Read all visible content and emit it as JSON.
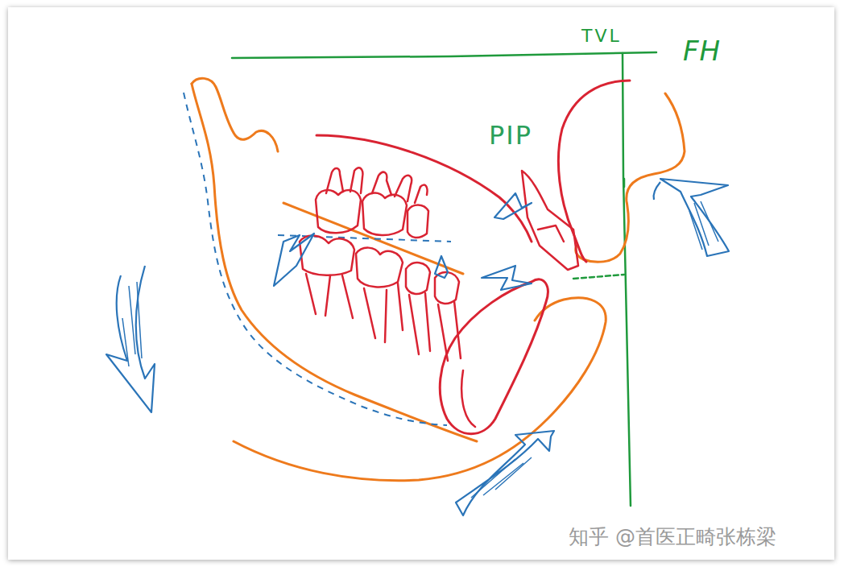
{
  "diagram": {
    "labels": [
      "TVL",
      "FH",
      "PIP",
      "知乎 @首医正畸张栋梁"
    ]
  }
}
